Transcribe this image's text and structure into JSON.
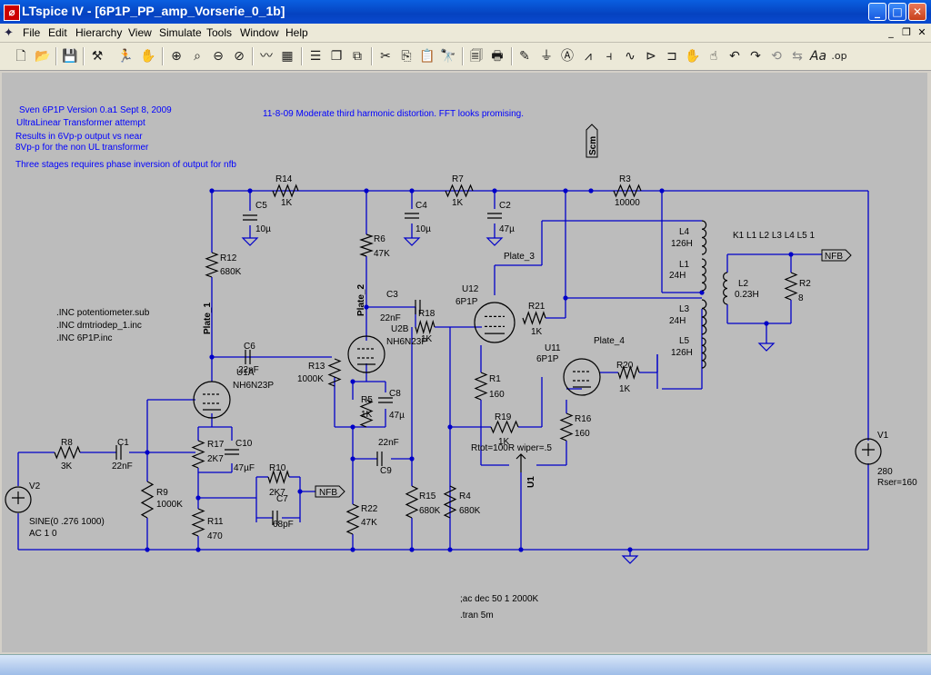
{
  "window": {
    "title": "LTspice IV - [6P1P_PP_amp_Vorserie_0_1b]",
    "buttons": {
      "minimize": "_",
      "maximize": "□",
      "close": "✕"
    }
  },
  "menu": [
    "File",
    "Edit",
    "Hierarchy",
    "View",
    "Simulate",
    "Tools",
    "Window",
    "Help"
  ],
  "mdi_buttons": {
    "minimize": "_",
    "restore": "❐",
    "close": "✕"
  },
  "toolbar": [
    "new-schematic-icon",
    "open-icon",
    "save-icon",
    "control-panel-icon",
    "run-icon",
    "halt-icon",
    "zoom-in-icon",
    "zoom-fit-icon",
    "zoom-out-icon",
    "zoom-cancel-icon",
    "autorange-icon",
    "waveform-icon",
    "tile-horizontal-icon",
    "cascade-icon",
    "tile-vertical-icon",
    "cut-icon",
    "copy-icon",
    "paste-icon",
    "find-icon",
    "print-setup-icon",
    "print-icon",
    "wire-icon",
    "ground-icon",
    "label-net-icon",
    "resistor-icon",
    "capacitor-icon",
    "inductor-icon",
    "diode-icon",
    "component-icon",
    "move-icon",
    "drag-icon",
    "undo-icon",
    "redo-icon",
    "rotate-icon",
    "mirror-icon",
    "text-icon",
    "spice-directive-icon"
  ],
  "schematic": {
    "notes": {
      "header": [
        "Sven 6P1P Version 0.a1 Sept 8, 2009",
        "UltraLinear Transformer attempt",
        "Results in 6Vp-p output vs near",
        "8Vp-p for the non UL transformer"
      ],
      "phase": "Three stages requires phase inversion of output for nfb",
      "dated": "11-8-09 Moderate third harmonic distortion. FFT looks promising.",
      "includes": [
        ".INC potentiometer.sub",
        ".INC dmtriodep_1.inc",
        ".INC 6P1P.inc"
      ],
      "ac": ";ac dec 50 1 2000K",
      "tran": ".tran 5m",
      "coupling": "K1 L1 L2 L3 L4 L5 1",
      "pot": "Rtot=100R wiper=.5"
    },
    "labels": {
      "scm": "Scm",
      "nfb": "NFB",
      "nfb2": "NFB",
      "plate1": "Plate_1",
      "plate2": "Plate_2",
      "plate3": "Plate_3",
      "plate4": "Plate_4"
    },
    "components": {
      "R14": [
        "R14",
        "1K"
      ],
      "C5": [
        "C5",
        "10µ"
      ],
      "R7": [
        "R7",
        "1K"
      ],
      "C4": [
        "C4",
        "10µ"
      ],
      "C2": [
        "C2",
        "47µ"
      ],
      "R3": [
        "R3",
        "10000"
      ],
      "R12": [
        "R12",
        "680K"
      ],
      "R6": [
        "R6",
        "47K"
      ],
      "C3": [
        "C3",
        "22nF"
      ],
      "U12": [
        "U12",
        "6P1P"
      ],
      "R21": [
        "R21",
        "1K"
      ],
      "R18": [
        "R18",
        "1K"
      ],
      "U2B": [
        "U2B",
        "NH6N23P"
      ],
      "C6": [
        "C6",
        "22nF"
      ],
      "U1A": [
        "U1A",
        "NH6N23P"
      ],
      "R13": [
        "R13",
        "1000K"
      ],
      "R5": [
        "R5",
        "1K"
      ],
      "C8": [
        "C8",
        "47µ"
      ],
      "R1": [
        "R1",
        "160"
      ],
      "U11": [
        "U11",
        "6P1P"
      ],
      "R20": [
        "R20",
        "1K"
      ],
      "R16": [
        "R16",
        "160"
      ],
      "R19": [
        "R19",
        "1K"
      ],
      "L4": [
        "L4",
        "126H"
      ],
      "L1": [
        "L1",
        "24H"
      ],
      "L2": [
        "L2",
        "0.23H"
      ],
      "R2": [
        "R2",
        "8"
      ],
      "L3": [
        "L3",
        "24H"
      ],
      "L5": [
        "L5",
        "126H"
      ],
      "R8": [
        "R8",
        "3K"
      ],
      "C1": [
        "C1",
        "22nF"
      ],
      "R9": [
        "R9",
        "1000K"
      ],
      "R17": [
        "R17",
        "2K7"
      ],
      "C10": [
        "C10",
        "47µF"
      ],
      "R10": [
        "R10",
        "2K7"
      ],
      "C7": [
        "C7",
        "68pF"
      ],
      "R11": [
        "R11",
        "470"
      ],
      "C9": [
        "C9",
        "22nF"
      ],
      "R22": [
        "R22",
        "47K"
      ],
      "R15": [
        "R15",
        "680K"
      ],
      "R4": [
        "R4",
        "680K"
      ],
      "U1": [
        "U1"
      ],
      "V2": [
        "V2",
        "SINE(0 .276 1000)",
        "AC 1 0"
      ],
      "V1": [
        "V1",
        "280",
        "Rser=160"
      ]
    }
  },
  "colors": {
    "wire": "#0000c8",
    "text": "#000000",
    "note": "#0000ff",
    "canvas": "#bcbcbc"
  }
}
